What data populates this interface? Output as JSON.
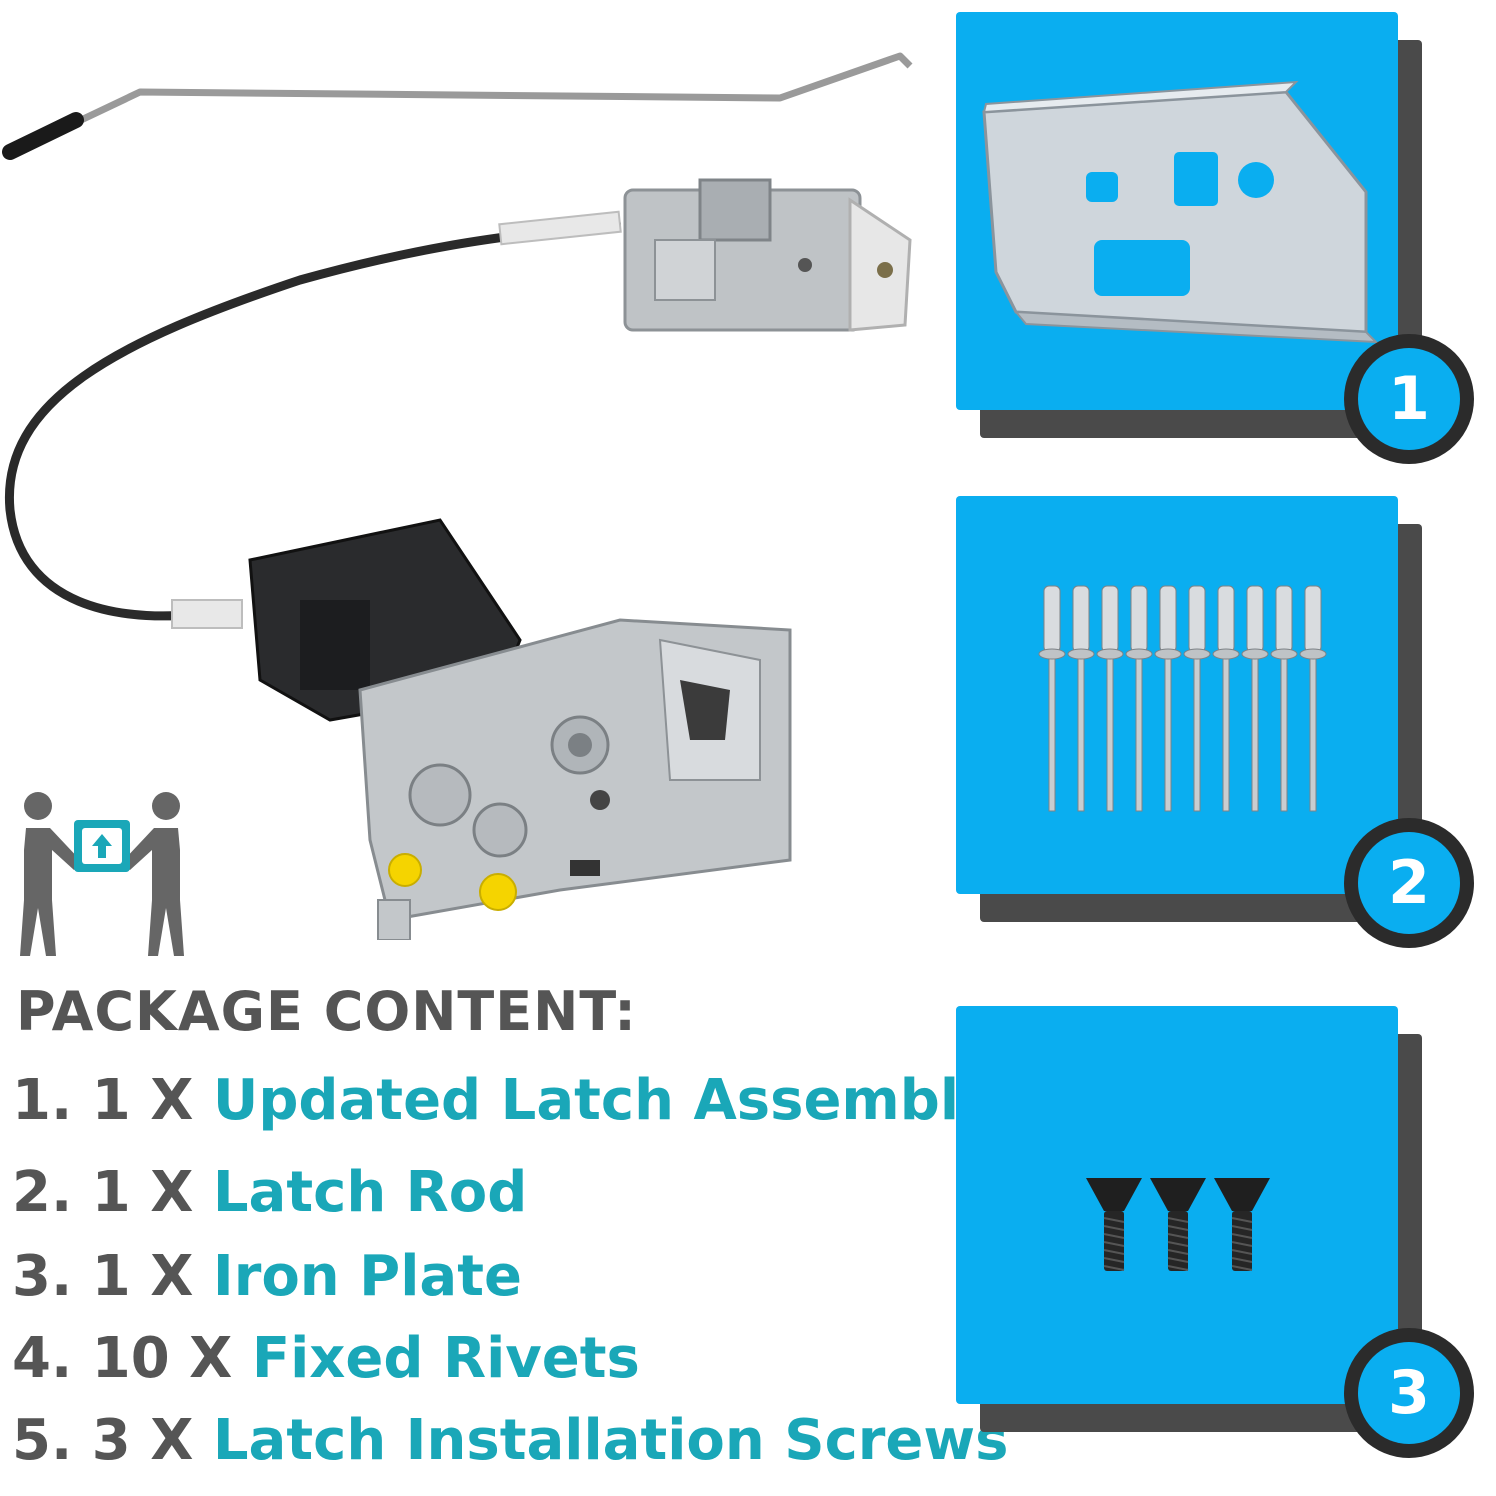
{
  "package": {
    "title": "PACKAGE CONTENT:",
    "items": [
      {
        "prefix": "1. 1 X ",
        "name": "Updated Latch Assembly"
      },
      {
        "prefix": "2. 1 X ",
        "name": "Latch Rod"
      },
      {
        "prefix": "3. 1 X ",
        "name": "Iron Plate"
      },
      {
        "prefix": "4. 10 X ",
        "name": "Fixed Rivets"
      },
      {
        "prefix": "5. 3 X ",
        "name": "Latch Installation Screws"
      }
    ]
  },
  "cards": [
    {
      "number": "1",
      "content": "iron-plate-image"
    },
    {
      "number": "2",
      "content": "fixed-rivets-image"
    },
    {
      "number": "3",
      "content": "installation-screws-image"
    }
  ],
  "colors": {
    "accent_blue": "#0aaef0",
    "teal_text": "#1aa7b8",
    "gray_text": "#555555",
    "shadow": "#4a4a4a"
  }
}
